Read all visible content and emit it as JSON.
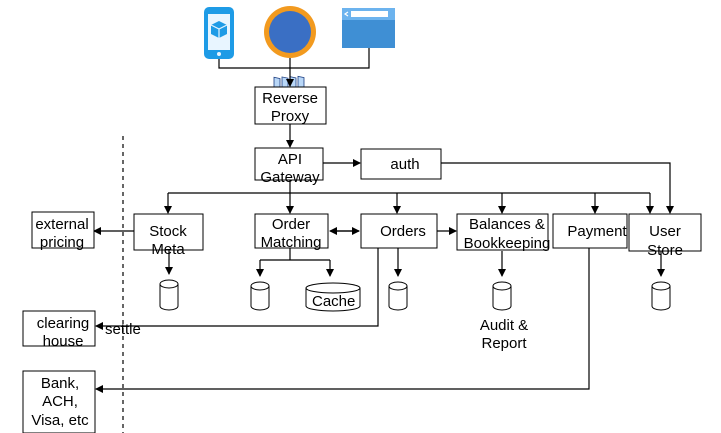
{
  "nodes": {
    "reverse_proxy": [
      "Reverse",
      "Proxy"
    ],
    "api_gateway": [
      "API",
      "Gateway"
    ],
    "auth": [
      "auth"
    ],
    "stock_meta": [
      "Stock",
      "Meta"
    ],
    "order_matching": [
      "Order",
      "Matching"
    ],
    "orders": [
      "Orders"
    ],
    "balances": [
      "Balances &",
      "Bookkeeping"
    ],
    "payment": [
      "Payment"
    ],
    "user_store": [
      "User",
      "Store"
    ],
    "external_pricing": [
      "external",
      "pricing"
    ],
    "clearing_house": [
      "clearing",
      "house"
    ],
    "bank": [
      "Bank,",
      "ACH,",
      "Visa, etc"
    ]
  },
  "labels": {
    "cache": "Cache",
    "settle": "settle",
    "audit_report": [
      "Audit &",
      "Report"
    ]
  },
  "clients": [
    "mobile-app-icon",
    "desktop-app-icon",
    "web-browser-icon"
  ],
  "colors": {
    "line": "#000000",
    "mobile_blue": "#1e9be6",
    "browser_blue": "#3f8fd4"
  }
}
